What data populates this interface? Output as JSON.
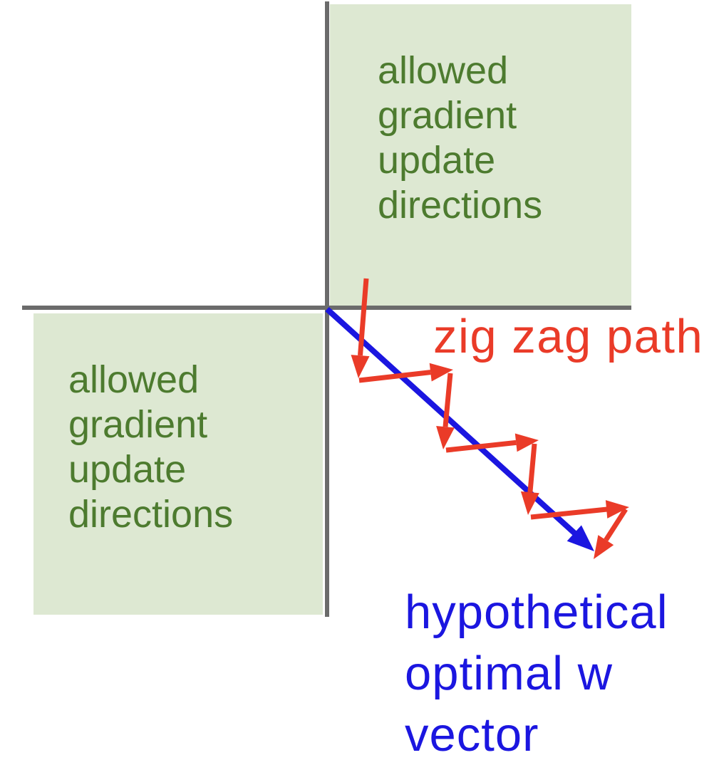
{
  "colors": {
    "quadrant_fill": "#dde8d2",
    "quadrant_text_green": "#4d7b2f",
    "axis_gray": "#6b6b6b",
    "zigzag_red": "#ea3b28",
    "vector_blue": "#1b16e0"
  },
  "regions": {
    "upper_right": {
      "label": "allowed\ngradient\nupdate\ndirections"
    },
    "lower_left": {
      "label": "allowed\ngradient\nupdate\ndirections"
    }
  },
  "annotations": {
    "zigzag_label": "zig zag path",
    "optimal_vector_label": "hypothetical\noptimal w\nvector"
  }
}
